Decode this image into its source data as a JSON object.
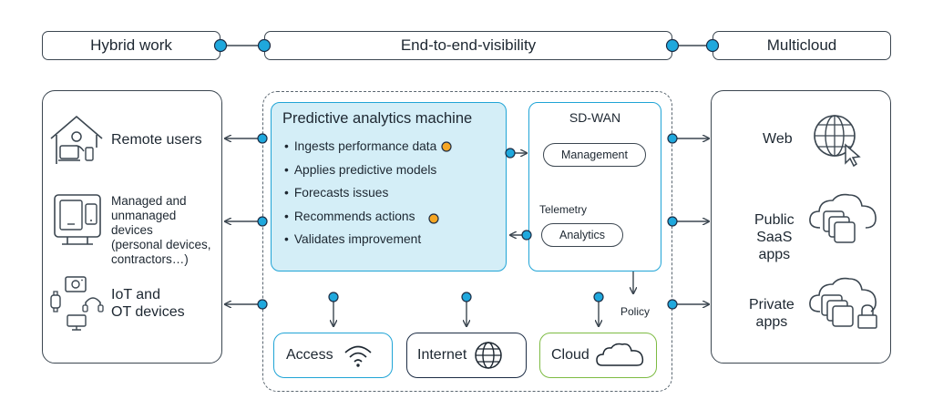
{
  "top_bar": {
    "left": "Hybrid work",
    "center": "End-to-end-visibility",
    "right": "Multicloud"
  },
  "left_panel": {
    "remote_users": "Remote users",
    "managed_devices": [
      "Managed and",
      "unmanaged",
      "devices",
      "(personal devices,",
      "contractors…)"
    ],
    "iot": [
      "IoT and",
      "OT devices"
    ]
  },
  "center": {
    "predictive": {
      "title": "Predictive analytics machine",
      "items": [
        "Ingests performance data",
        "Applies predictive models",
        "Forecasts issues",
        "Recommends actions",
        "Validates improvement"
      ]
    },
    "sdwan": {
      "title": "SD-WAN",
      "management": "Management",
      "telemetry": "Telemetry",
      "analytics": "Analytics",
      "policy": "Policy"
    },
    "bottom": {
      "access": "Access",
      "internet": "Internet",
      "cloud": "Cloud"
    }
  },
  "right_panel": {
    "web": "Web",
    "public_saas": [
      "Public",
      "SaaS",
      "apps"
    ],
    "private": [
      "Private",
      "apps"
    ]
  },
  "colors": {
    "accent_blue": "#20a4d6",
    "node_fill": "#1fa8dd",
    "orange_node": "#f5a623",
    "outline": "#3b4650",
    "panel_fill": "#d4eef7",
    "internet_border": "#1d2d45",
    "cloud_border": "#7dbb43"
  }
}
